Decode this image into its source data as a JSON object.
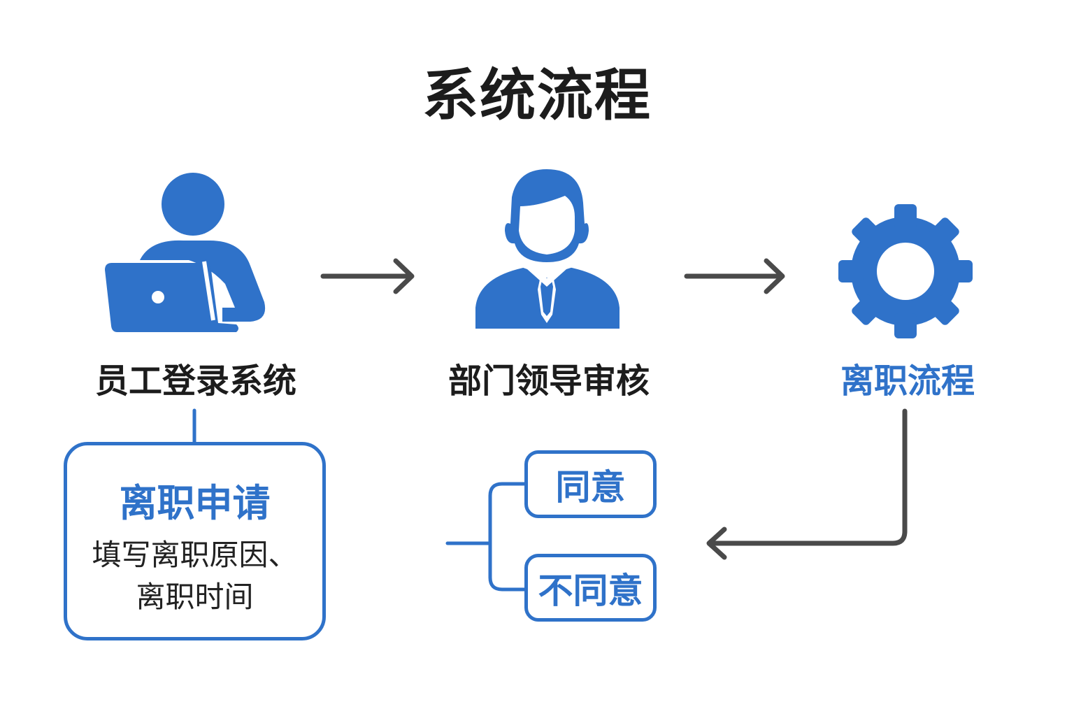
{
  "title": "系统流程",
  "colors": {
    "accent": "#2f72c9",
    "arrow": "#4a4a4a",
    "text": "#1c1c1c"
  },
  "steps": [
    {
      "icon": "person-laptop-icon",
      "label": "员工登录系统"
    },
    {
      "icon": "manager-icon",
      "label": "部门领导审核"
    },
    {
      "icon": "gear-icon",
      "label": "离职流程"
    }
  ],
  "application_box": {
    "title": "离职申请",
    "desc_line1": "填写离职原因、",
    "desc_line2": "离职时间"
  },
  "decisions": [
    {
      "label": "同意"
    },
    {
      "label": "不同意"
    }
  ]
}
